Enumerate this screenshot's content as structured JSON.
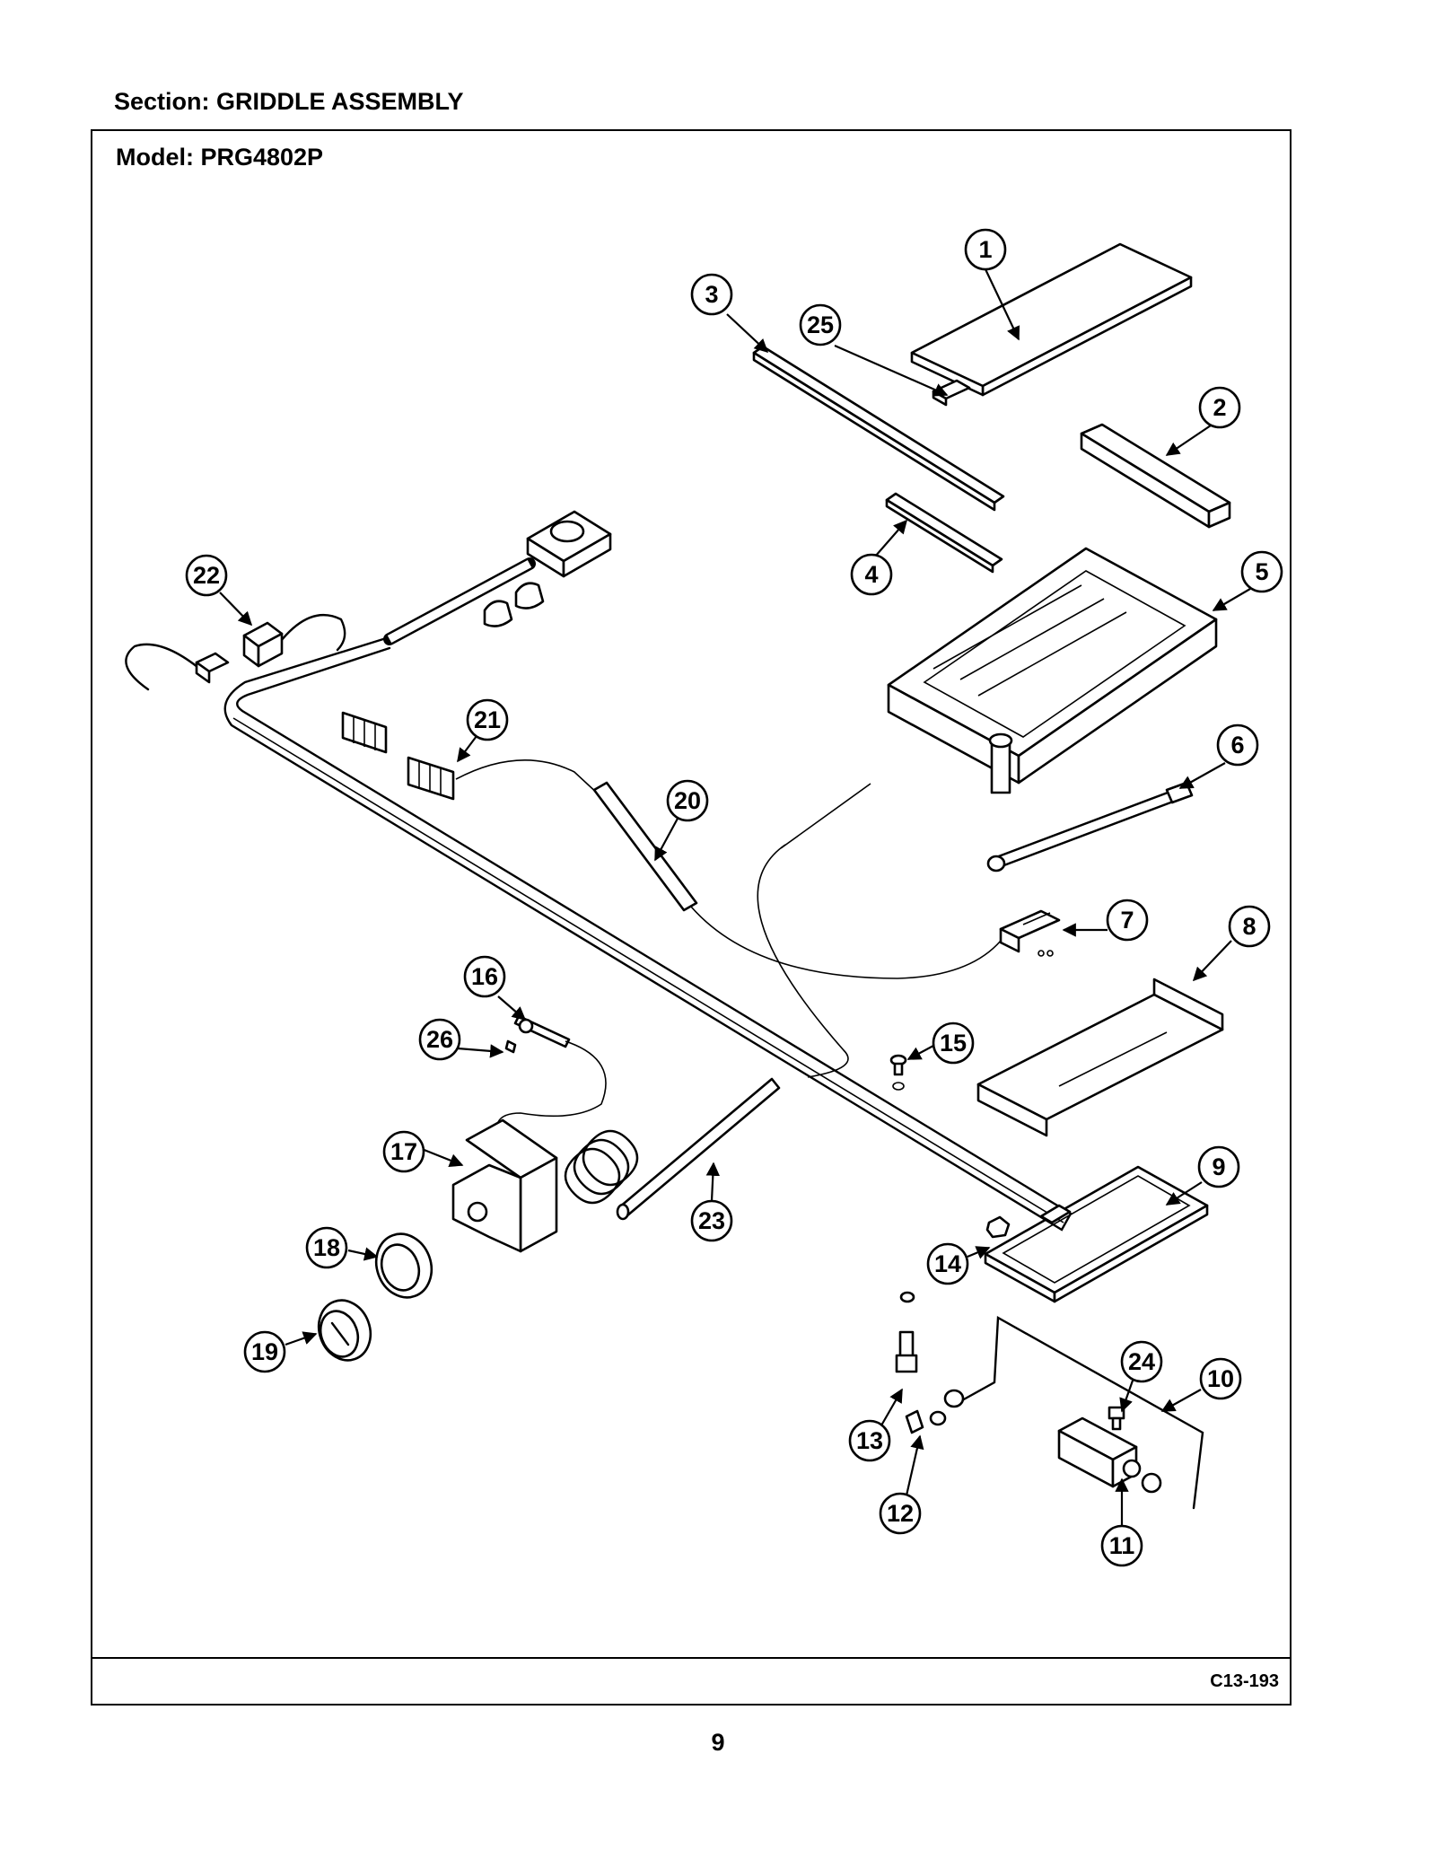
{
  "header": {
    "section": "Section:  GRIDDLE ASSEMBLY",
    "model": "Model:  PRG4802P"
  },
  "footer": {
    "reference_code": "C13-193",
    "page_number": "9"
  },
  "callouts": [
    "1",
    "2",
    "3",
    "4",
    "5",
    "6",
    "7",
    "8",
    "9",
    "10",
    "11",
    "12",
    "13",
    "14",
    "15",
    "16",
    "17",
    "18",
    "19",
    "20",
    "21",
    "22",
    "23",
    "24",
    "25",
    "26"
  ]
}
